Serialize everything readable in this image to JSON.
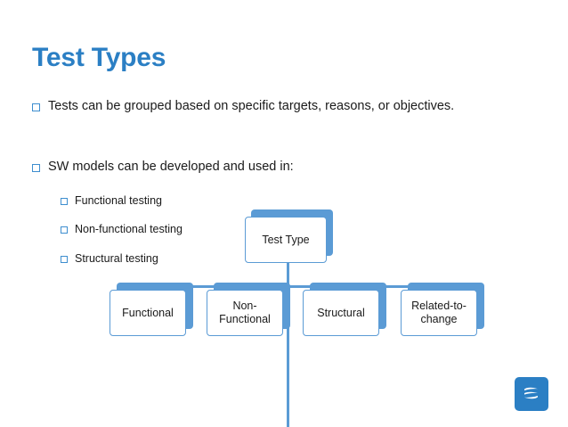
{
  "slide": {
    "title": "Test Types",
    "bullets": [
      {
        "level": 1,
        "text": "Tests can be grouped based on specific targets, reasons, or objectives."
      },
      {
        "level": 1,
        "text": "SW models can be developed and used in:"
      },
      {
        "level": 2,
        "text": "Functional testing"
      },
      {
        "level": 2,
        "text": "Non-functional testing"
      },
      {
        "level": 2,
        "text": "Structural testing"
      }
    ],
    "diagram": {
      "root": "Test Type",
      "children": [
        "Functional",
        "Non-Functional",
        "Structural",
        "Related-to-change"
      ]
    },
    "colors": {
      "title": "#2b7fc4",
      "accent": "#5b9bd5",
      "bullet": "#3e8ecf",
      "text": "#1a1a1a",
      "logo_bg": "#2b7fc4"
    },
    "logo": "slideshare-logo-icon"
  }
}
